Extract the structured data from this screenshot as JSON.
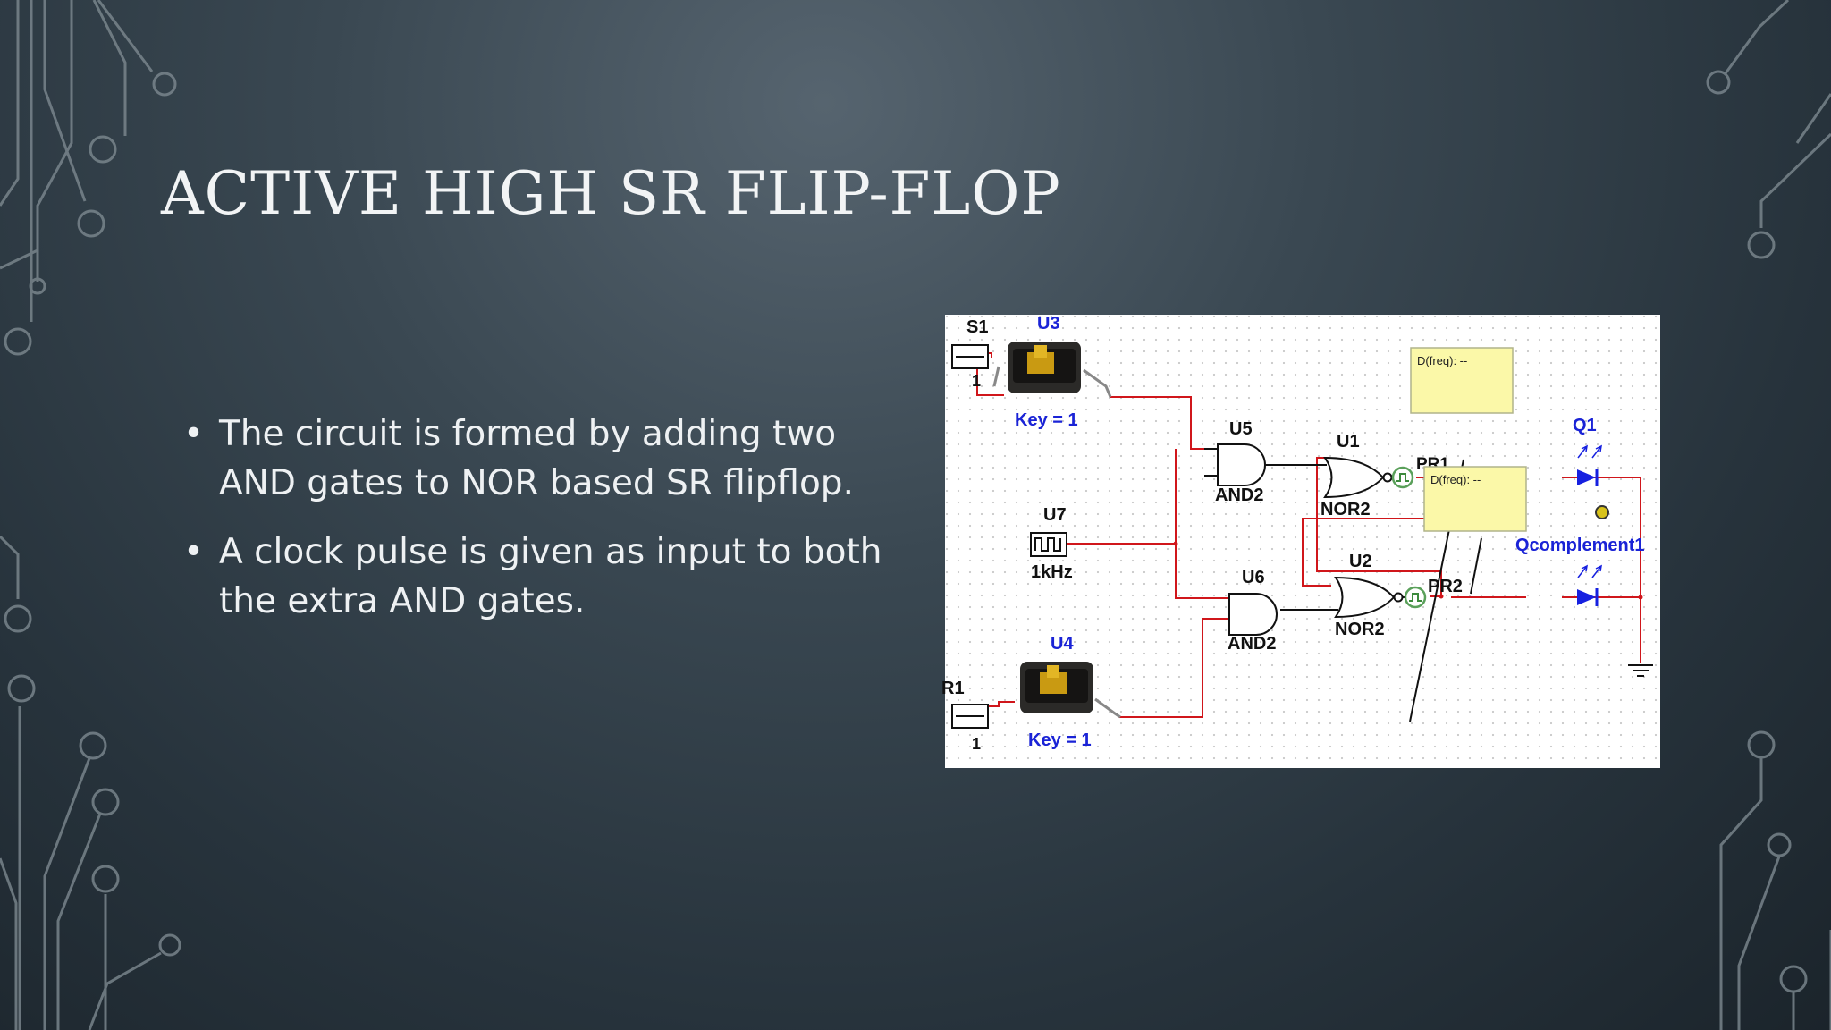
{
  "slide": {
    "title": "ACTIVE HIGH SR FLIP-FLOP",
    "bullets": [
      "The circuit is formed by adding two AND gates to NOR based SR flipflop.",
      "A clock pulse is given as input to both the extra AND gates."
    ]
  },
  "circuit": {
    "labels": {
      "s1": "S1",
      "s1_value": "1",
      "u3": "U3",
      "key_u3": "Key = 1",
      "u7": "U7",
      "freq": "1kHz",
      "u4": "U4",
      "r1": "R1",
      "r1_value": "1",
      "key_u4": "Key = 1",
      "u5": "U5",
      "and2_top": "AND2",
      "u6": "U6",
      "and2_bottom": "AND2",
      "u1": "U1",
      "nor2_top": "NOR2",
      "u2": "U2",
      "nor2_bottom": "NOR2",
      "pr1": "PR1",
      "pr2": "PR2",
      "probe1": "D(freq): --",
      "probe2": "D(freq): --",
      "q1": "Q1",
      "qcomp": "Qcomplement1"
    },
    "colors": {
      "wire_red": "#d0161b",
      "wire_black": "#111111",
      "label_blue": "#1a23d6",
      "probe_fill": "#fbf8a8",
      "probe_border": "#b0b48a",
      "led_blue": "#1620e0",
      "grid_dot": "#c8c8c8"
    }
  }
}
